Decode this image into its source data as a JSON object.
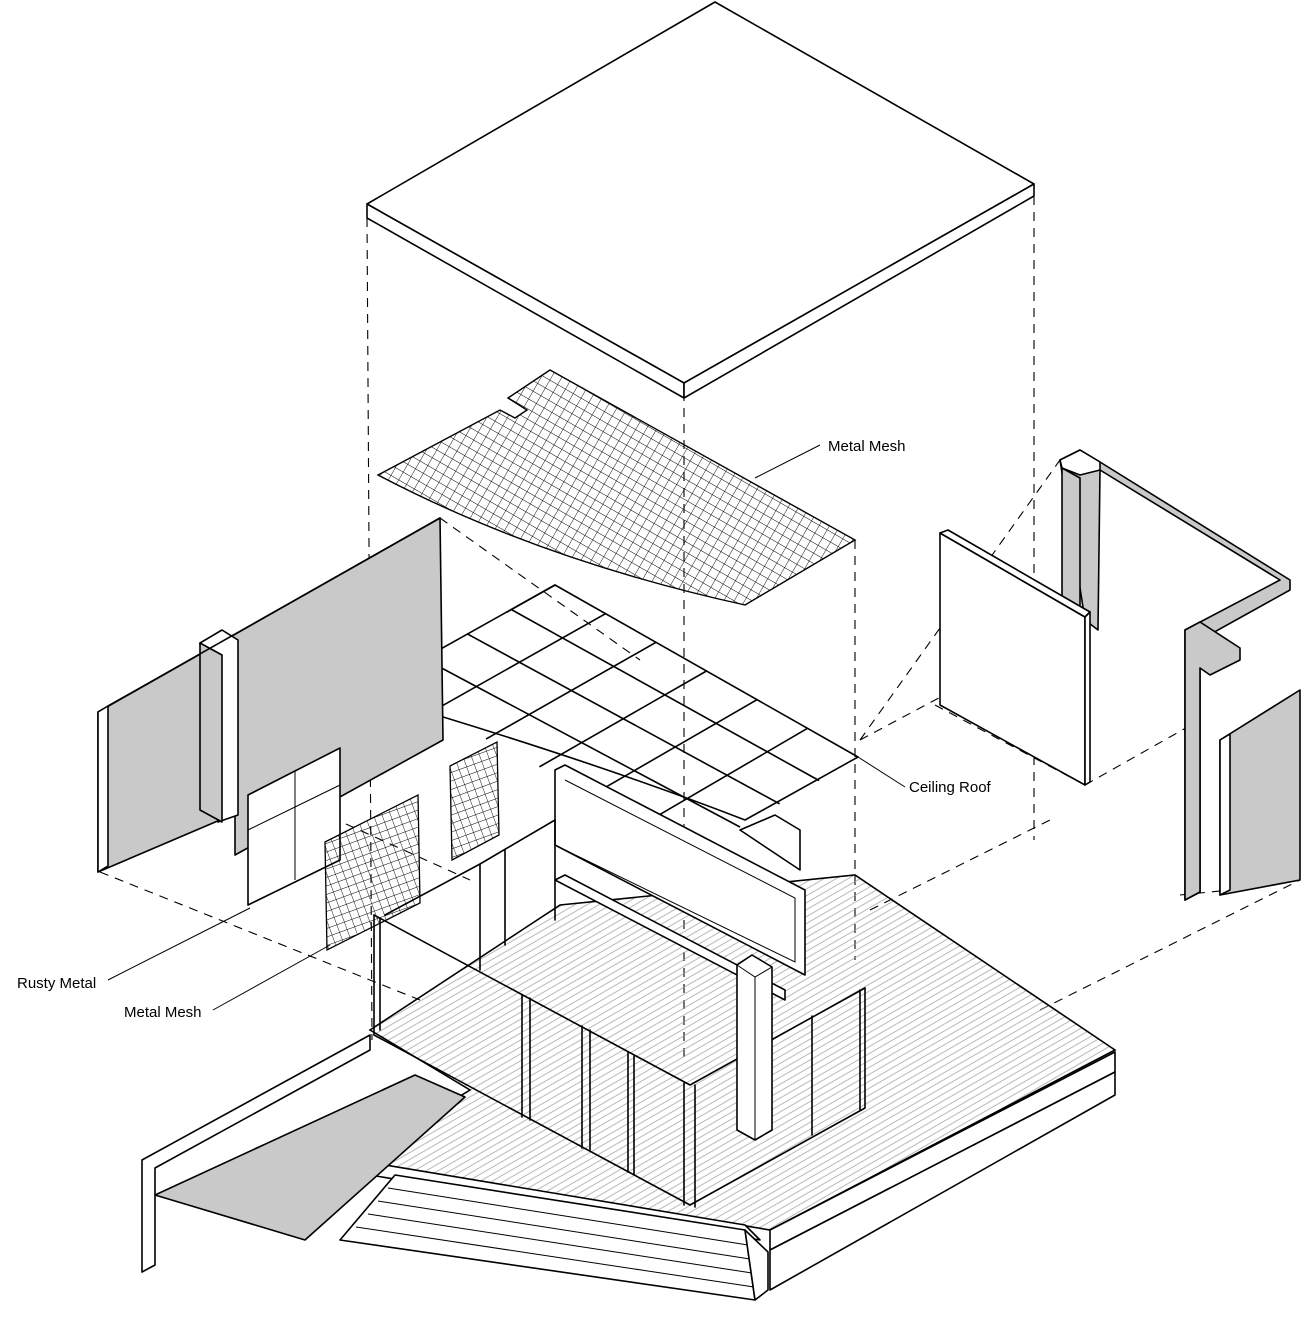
{
  "labels": {
    "metal_mesh_top": "Metal Mesh",
    "ceiling_roof": "Ceiling Roof",
    "rusty_metal": "Rusty Metal",
    "metal_mesh_side": "Metal Mesh"
  },
  "colors": {
    "line": "#000000",
    "wall_fill": "#c9c9c9",
    "background": "#ffffff"
  }
}
